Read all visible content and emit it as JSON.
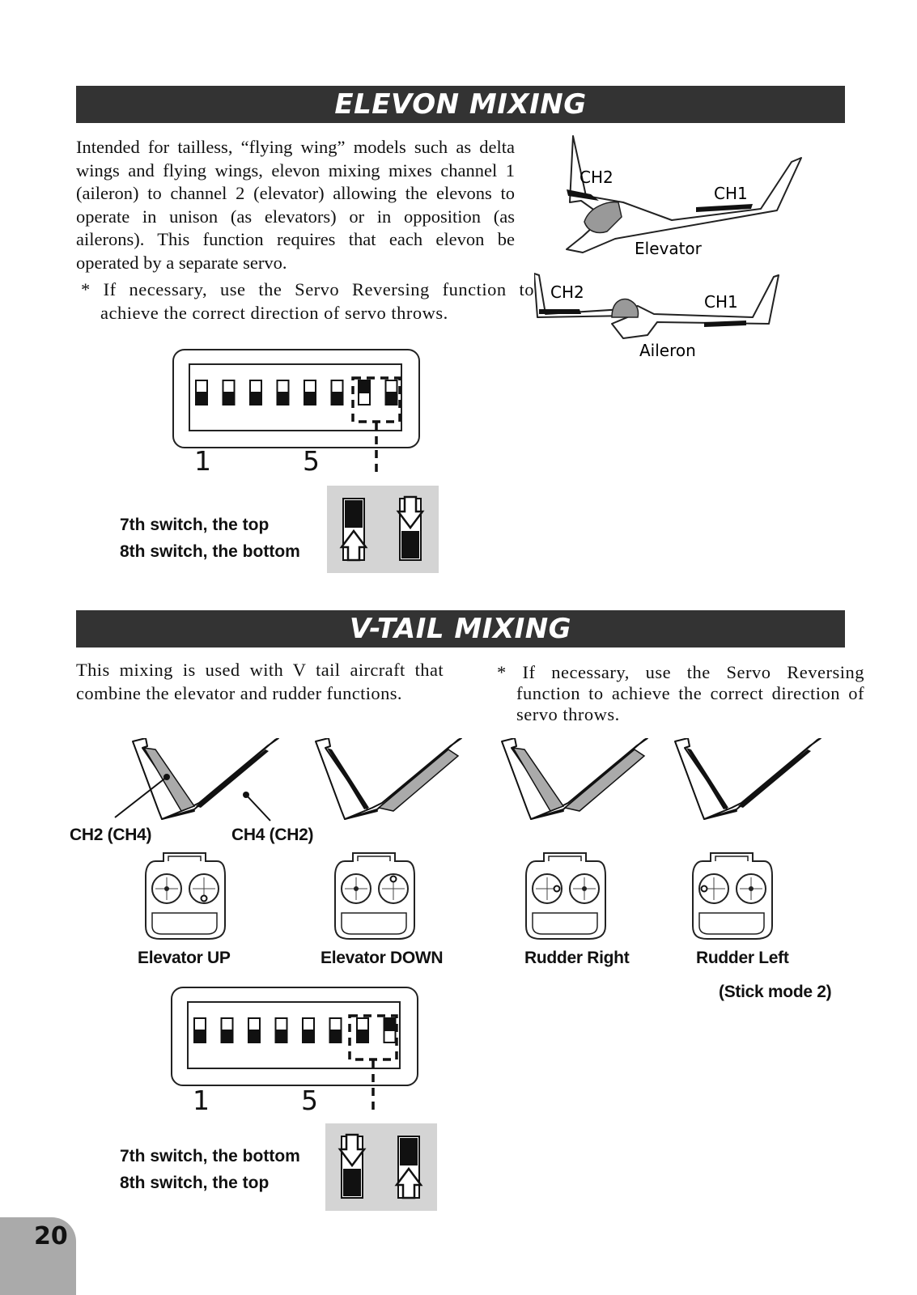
{
  "elevon": {
    "title": "ELEVON MIXING",
    "paragraph": "Intended for tailless, “flying wing” models such as delta wings and flying wings, elevon mixing mixes channel 1 (aileron) to channel 2 (elevator) allowing the elevons to operate in unison (as elevators) or in opposition (as ailerons). This function requires that each elevon be operated by a separate servo.",
    "note": "* If necessary, use the Servo Reversing function to achieve the correct direction of servo throws.",
    "diagram": {
      "top": {
        "left_label": "CH2",
        "right_label": "CH1",
        "caption": "Elevator"
      },
      "bottom": {
        "left_label": "CH2",
        "right_label": "CH1",
        "caption": "Aileron"
      }
    },
    "dip_numbers": [
      "1",
      "5"
    ],
    "switch_text": [
      "7th switch, the top",
      "8th switch, the bottom"
    ]
  },
  "vtail": {
    "title": "V-TAIL MIXING",
    "paragraph": "This mixing is used with V tail aircraft that combine the elevator and rudder functions.",
    "note": "* If necessary, use the Servo Reversing function to achieve the correct direction of servo throws.",
    "tail_labels": [
      "CH2 (CH4)",
      "CH4 (CH2)"
    ],
    "captions": [
      "Elevator UP",
      "Elevator DOWN",
      "Rudder Right",
      "Rudder Left"
    ],
    "stick_mode": "(Stick mode 2)",
    "dip_numbers": [
      "1",
      "5"
    ],
    "switch_text": [
      "7th switch, the bottom",
      "8th switch, the top"
    ]
  },
  "page_number": "20"
}
